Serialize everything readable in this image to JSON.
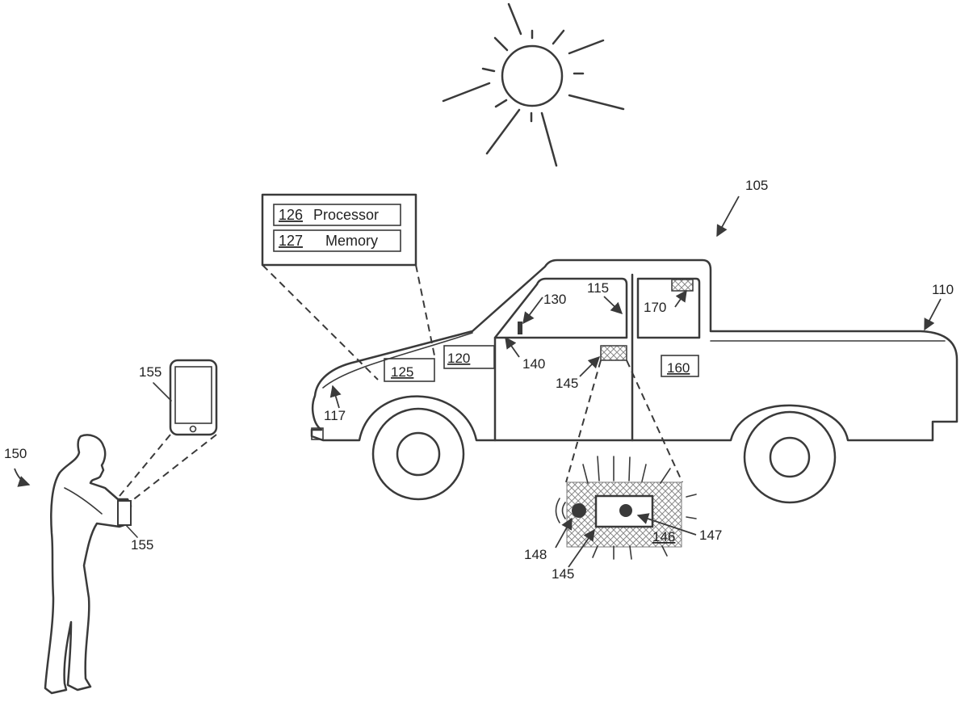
{
  "labels": {
    "vehicle_system": "105",
    "truck_bed": "110",
    "window": "115",
    "hood": "117",
    "controller": "120",
    "controller_module": "125",
    "processor_ref": "126",
    "processor_text": "Processor",
    "memory_ref": "127",
    "memory_text": "Memory",
    "camera": "130",
    "mirror": "140",
    "light_assembly": "145",
    "light_assembly_detail": "145",
    "light_housing": "146",
    "light_lens": "147",
    "sound_emitter": "148",
    "person": "150",
    "phone": "155",
    "phone_in_hand": "155",
    "rear_module": "160",
    "dome_sensor": "170"
  },
  "colors": {
    "line": "#3a3a3a",
    "hatch": "#7a7a7a",
    "background": "#ffffff"
  }
}
